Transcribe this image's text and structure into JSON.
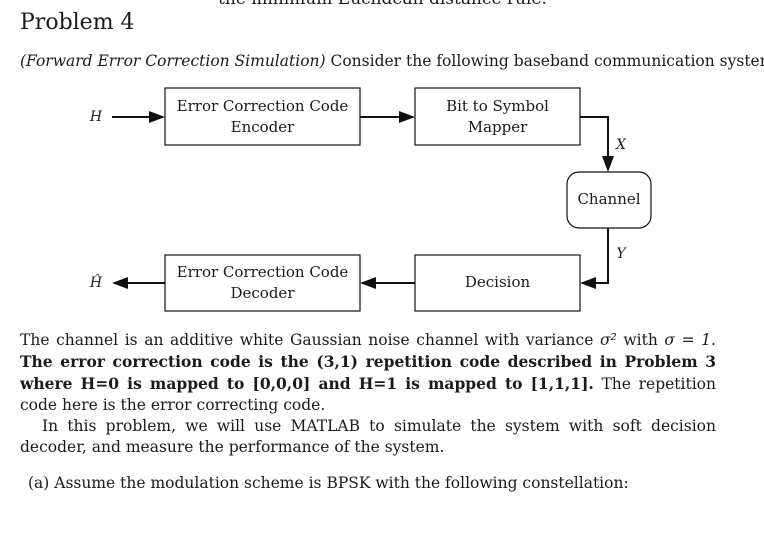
{
  "cutoff_line": "the minimum Euclidean distance rule.",
  "title": "Problem 4",
  "intro": {
    "italic": "(Forward Error Correction Simulation)",
    "rest": " Consider the following baseband communication system:"
  },
  "diagram": {
    "input_label": "H",
    "output_label": "Ĥ",
    "x_label": "X",
    "y_label": "Y",
    "encoder": [
      "Error Correction Code",
      "Encoder"
    ],
    "mapper": [
      "Bit to Symbol",
      "Mapper"
    ],
    "channel": "Channel",
    "decision": "Decision",
    "decoder": [
      "Error Correction Code",
      "Decoder"
    ]
  },
  "paragraph1": {
    "a": "The channel is an additive white Gaussian noise channel with variance ",
    "sigma2": "σ²",
    "b": " with ",
    "sigma_eq": "σ = 1",
    "c": ". ",
    "bold": "The error correction code is the (3,1) repetition code described in Problem 3 where H=0 is mapped to [0,0,0] and H=1 is mapped to [1,1,1].",
    "d": " The repetition code here is the error correcting code."
  },
  "paragraph2": "In this problem, we will use MATLAB to simulate the system with soft decision decoder, and measure the performance of the system.",
  "part_a": "(a) Assume the modulation scheme is BPSK with the following constellation:"
}
